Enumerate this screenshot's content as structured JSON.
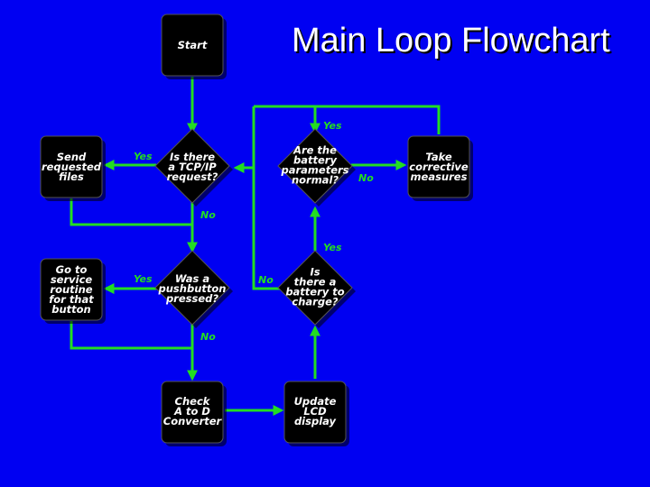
{
  "title": "Main Loop Flowchart",
  "colors": {
    "background": "#0000f2",
    "connector": "#22dd22",
    "node_fill": "#000000",
    "node_text": "#ffffff",
    "edge_label": "#22dd22"
  },
  "nodes": {
    "start": "Start",
    "send_files": [
      "Send",
      "requested",
      "files"
    ],
    "tcpip": [
      "Is there",
      "a TCP/IP",
      "request?"
    ],
    "battery_params": [
      "Are the",
      "battery",
      "parameters",
      "normal?"
    ],
    "corrective": [
      "Take",
      "corrective",
      "measures"
    ],
    "service_routine": [
      "Go to",
      "service",
      "routine",
      "for that",
      "button"
    ],
    "pushbutton": [
      "Was a",
      "pushbutton",
      "pressed?"
    ],
    "battery_charge": [
      "Is",
      "there a",
      "battery to",
      "charge?"
    ],
    "check_ad": [
      "Check",
      "A to D",
      "Converter"
    ],
    "update_lcd": [
      "Update",
      "LCD",
      "display"
    ]
  },
  "edge_labels": {
    "tcpip_yes": "Yes",
    "tcpip_no": "No",
    "battery_params_yes": "Yes",
    "battery_params_no": "No",
    "pushbutton_yes": "Yes",
    "pushbutton_no": "No",
    "battery_charge_yes": "Yes",
    "battery_charge_no": "No"
  }
}
